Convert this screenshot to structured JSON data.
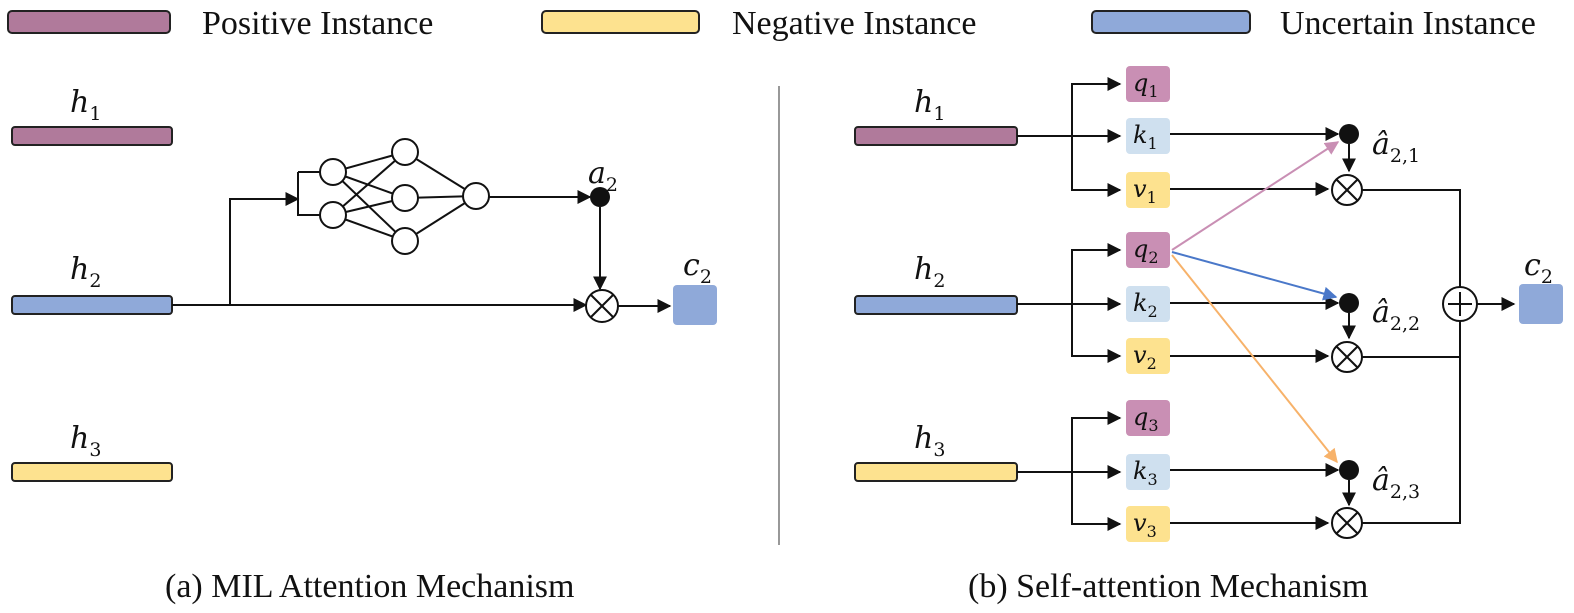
{
  "colors": {
    "positive": "#b07a9b",
    "negative": "#fde28f",
    "uncertain": "#8fa9d9",
    "query": "#c98fb4",
    "key": "#cfe0ef",
    "value": "#fde28f",
    "pink_arrow": "#c98fb4",
    "blue_arrow": "#4a78c9",
    "orange_arrow": "#f7b26a"
  },
  "legend": {
    "positive": "Positive Instance",
    "negative": "Negative Instance",
    "uncertain": "Uncertain Instance"
  },
  "panel_a": {
    "caption": "(a) MIL Attention Mechanism",
    "h1": "h",
    "h1_sub": "1",
    "h2": "h",
    "h2_sub": "2",
    "h3": "h",
    "h3_sub": "3",
    "a": "a",
    "a_sub": "2",
    "c": "c",
    "c_sub": "2"
  },
  "panel_b": {
    "caption": "(b) Self-attention Mechanism",
    "h1": "h",
    "h1_sub": "1",
    "h2": "h",
    "h2_sub": "2",
    "h3": "h",
    "h3_sub": "3",
    "q1": "q",
    "q1_sub": "1",
    "k1": "k",
    "k1_sub": "1",
    "v1": "v",
    "v1_sub": "1",
    "q2": "q",
    "q2_sub": "2",
    "k2": "k",
    "k2_sub": "2",
    "v2": "v",
    "v2_sub": "2",
    "q3": "q",
    "q3_sub": "3",
    "k3": "k",
    "k3_sub": "3",
    "v3": "v",
    "v3_sub": "3",
    "a21": "â",
    "a21_sub": "2,1",
    "a22": "â",
    "a22_sub": "2,2",
    "a23": "â",
    "a23_sub": "2,3",
    "c": "c",
    "c_sub": "2"
  }
}
